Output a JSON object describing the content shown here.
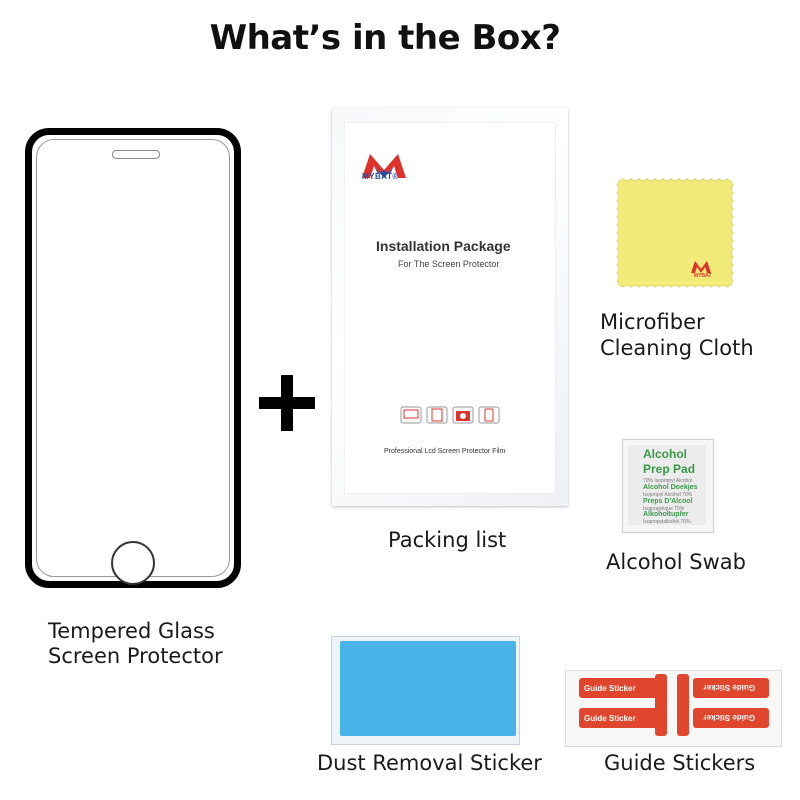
{
  "title": "What’s in the Box?",
  "items": {
    "protector": {
      "caption_line1": "Tempered Glass",
      "caption_line2": "Screen Protector"
    },
    "packing": {
      "caption": "Packing list",
      "brand": "MYBAT®",
      "package_title": "Installation Package",
      "package_subtitle": "For The Screen Protector",
      "package_footer": "Professional Lcd Screen Protector Film"
    },
    "cloth": {
      "caption_line1": "Microfiber",
      "caption_line2": "Cleaning Cloth",
      "brand": "MYBAT"
    },
    "swab": {
      "caption": "Alcohol Swab",
      "line1": "Alcohol",
      "line2": "Prep Pad",
      "line3": "70% Isopropyl Alcohol",
      "line4": "Alcohol Doekjes",
      "line5": "Isopropyl Alcohol 70%",
      "line6": "Preps D'Alcool",
      "line7": "Isopropylique 70%",
      "line8": "Alkoholtupfer",
      "line9": "Isopropylalkohol 70%"
    },
    "dust": {
      "caption": "Dust Removal Sticker"
    },
    "guide": {
      "caption": "Guide Stickers",
      "label": "Guide Sticker"
    }
  },
  "colors": {
    "brand_red": "#e0302a",
    "brand_blue": "#2a4f9e",
    "cloth_yellow": "#f1ec7a",
    "dust_blue": "#48b3e6",
    "swab_green": "#3a9a4a",
    "guide_red": "#e0462e"
  },
  "icons": [
    "phone-outline-icon",
    "plus-icon",
    "mybat-logo-icon",
    "tv-icon",
    "tablet-icon",
    "camera-icon",
    "smartphone-icon"
  ]
}
